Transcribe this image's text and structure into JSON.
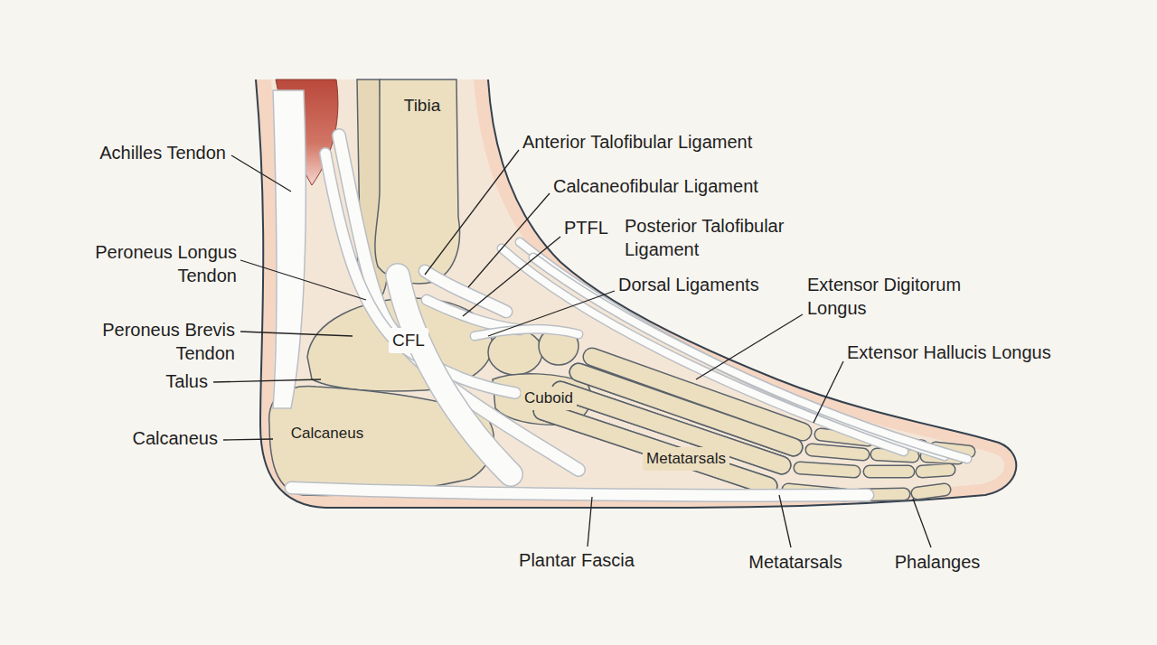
{
  "diagram": {
    "labels": [
      "Tibia",
      "Anterior Talofibular Ligament",
      "Calcaneofibular Ligament",
      "Achilles Tendon",
      "PTFL",
      "Posterior Talofibular Ligament",
      "Dorsal Ligaments",
      "Extensor Digitorum Longus",
      "Peroneus Longus Tendon",
      "Extensor Hallucis Longus",
      "Peroneus Brevis Tendon",
      "CFL",
      "Talus",
      "Cuboid",
      "Calcaneus",
      "Calcaneus",
      "Metatarsals",
      "Plantar Fascia",
      "Metatarsals",
      "Phalanges"
    ]
  }
}
